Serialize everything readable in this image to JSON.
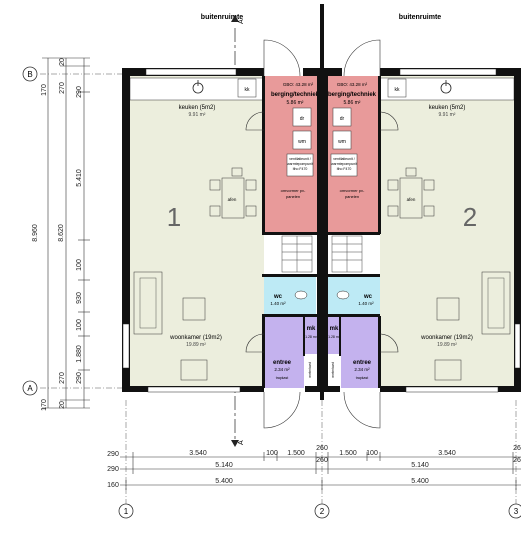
{
  "top_labels": {
    "outside_left": "buitenruimte",
    "outside_right": "buitenruimte"
  },
  "section_mark": "A",
  "grid": {
    "row_top": "B",
    "row_bottom": "A",
    "col_1": "1",
    "col_2": "2",
    "col_3": "3"
  },
  "left_dims": {
    "outer": "8.960",
    "middle": "8.620",
    "a": "170",
    "b": "270",
    "c": "290",
    "d": "5.410",
    "e": "100",
    "f": "930",
    "g": "100",
    "h": "1.880",
    "i": "270",
    "j": "290",
    "k": "170",
    "l": "20",
    "m": "20"
  },
  "bottom_dims": {
    "r1": [
      "290",
      "3.540",
      "100",
      "1.500",
      "260",
      "1.500",
      "100",
      "3.540",
      "26"
    ],
    "r2": [
      "290",
      "5.140",
      "260",
      "5.140",
      "26"
    ],
    "r3": [
      "160",
      "5.400",
      "5.400"
    ]
  },
  "units": [
    {
      "number": "1",
      "kitchen": {
        "label": "keuken (5m2)",
        "area": "9.91 m²"
      },
      "storage": {
        "gbo": "GBO: 43.28 m²",
        "label": "berging/techniek",
        "area": "5.86 m²"
      },
      "appliances": {
        "dryer": "dr",
        "washer": "wm",
        "kk": "kk"
      },
      "vent": [
        "ventilatieunit /",
        "warmtepompunit",
        "Itho F470"
      ],
      "panels": [
        "omvormer pv-",
        "panelen"
      ],
      "table": "afen",
      "wc": {
        "label": "wc",
        "area": "1.40 m²"
      },
      "mk": {
        "label": "mk",
        "area": "1.28 m²"
      },
      "entree": {
        "label": "entree",
        "area": "2.34 m²",
        "sub": "trapkast"
      },
      "meter": "meterkast",
      "living": {
        "label": "woonkamer (19m2)",
        "area": "19.89 m²"
      }
    },
    {
      "number": "2",
      "kitchen": {
        "label": "keuken (5m2)",
        "area": "9.91 m²"
      },
      "storage": {
        "gbo": "GBO: 43.28 m²",
        "label": "berging/techniek",
        "area": "5.86 m²"
      },
      "appliances": {
        "dryer": "dr",
        "washer": "wm",
        "kk": "kk"
      },
      "vent": [
        "ventilatieunit /",
        "warmtepompunit",
        "Itho F470"
      ],
      "panels": [
        "omvormer pv-",
        "panelen"
      ],
      "table": "afen",
      "wc": {
        "label": "wc",
        "area": "1.40 m²"
      },
      "mk": {
        "label": "mk",
        "area": "1.28 m²"
      },
      "entree": {
        "label": "entree",
        "area": "2.34 m²",
        "sub": "trapkast"
      },
      "meter": "meterkast",
      "living": {
        "label": "woonkamer (19m2)",
        "area": "19.89 m²"
      }
    }
  ],
  "colors": {
    "floor": "#eceedd",
    "storage": "#e89a9a",
    "entrance": "#c4b2ee",
    "wall": "#111111",
    "wc": "#bdeaf5"
  }
}
